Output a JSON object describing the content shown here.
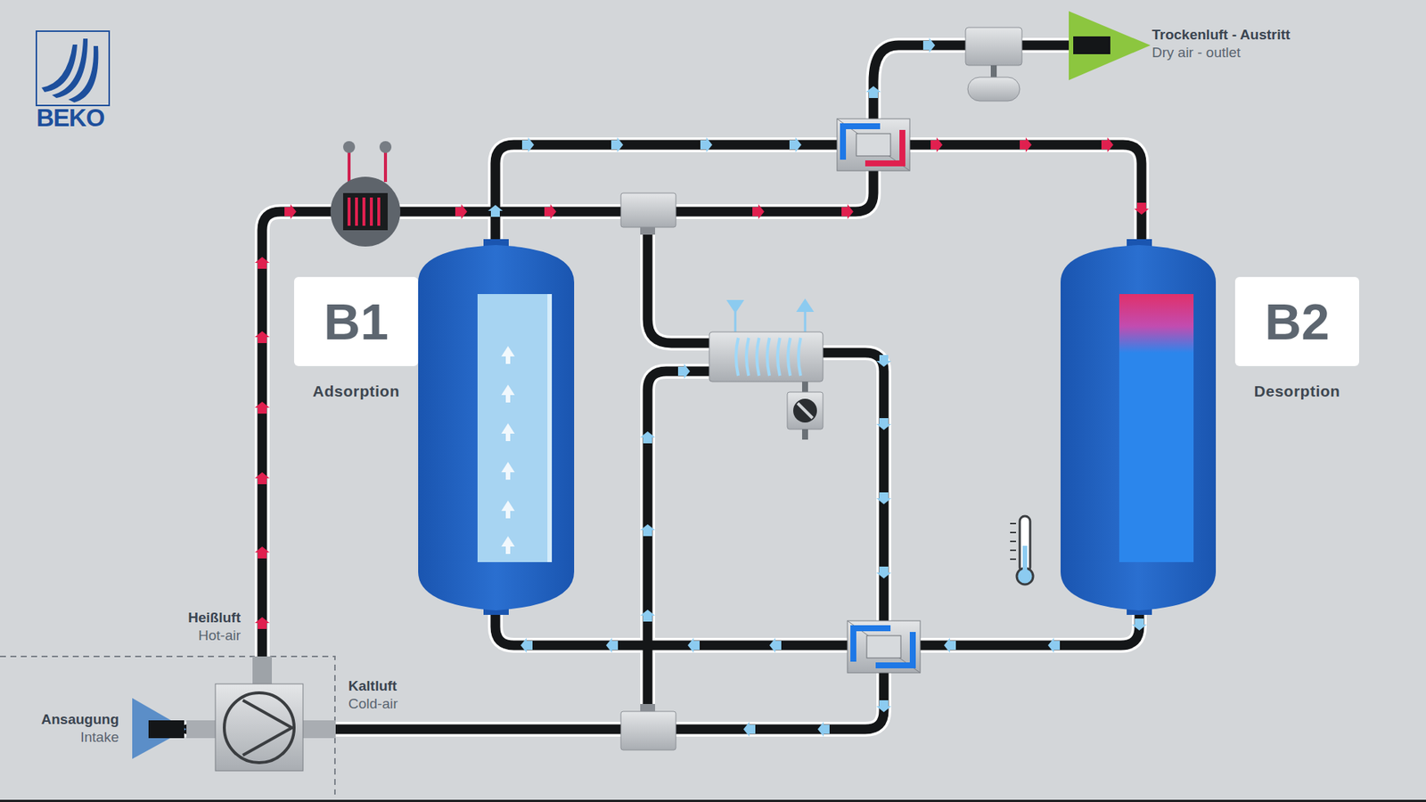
{
  "diagram": {
    "nodes": [
      {
        "text": [
          "B1",
          "Adsorption"
        ]
      },
      {
        "text": [
          "B2",
          "Desorption"
        ]
      }
    ],
    "labels": [
      "BEKO",
      "Trockenluft - Austritt",
      "Dry air - outlet",
      "Heißluft",
      "Hot-air",
      "Kaltluft",
      "Cold-air",
      "Ansaugung",
      "Intake"
    ]
  }
}
